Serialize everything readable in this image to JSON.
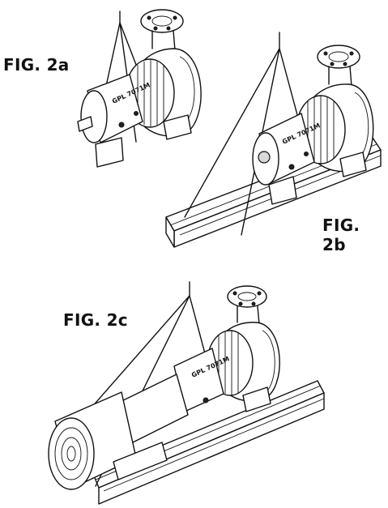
{
  "figures": {
    "fig_a": {
      "label": "FIG. 2a"
    },
    "fig_b": {
      "label": "FIG. 2b"
    },
    "fig_c": {
      "label": "FIG. 2c"
    }
  },
  "nameplate_text": "GPL 7071M"
}
